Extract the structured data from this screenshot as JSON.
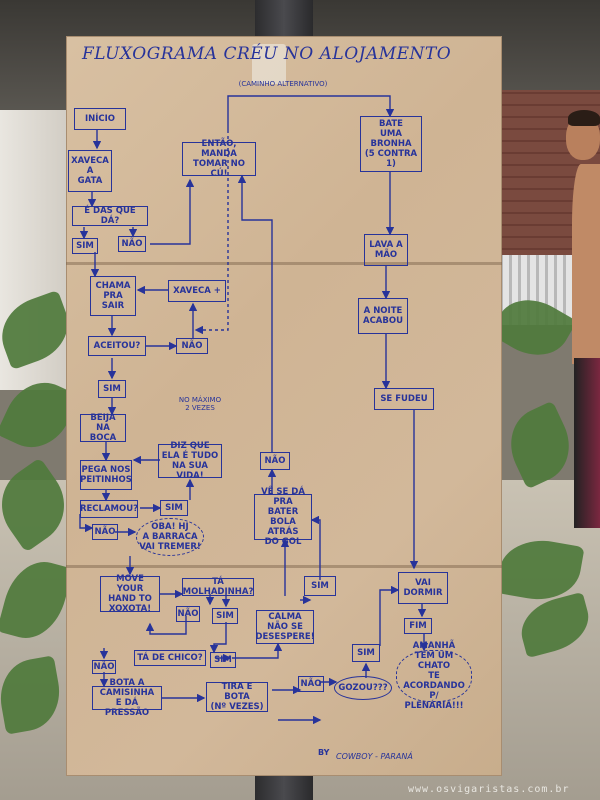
{
  "poster": {
    "title": "FLUXOGRAMA CRÉU NO ALOJAMENTO",
    "alt_path_label": "(CAMINHO ALTERNATIVO)",
    "max_note": "NO MÁXIMO\n2 VEZES",
    "byline": "BY",
    "author": "COWBOY - PARANÁ"
  },
  "nodes": {
    "inicio": "INÍCIO",
    "xaveca_gata": "XAVECA\nA\nGATA",
    "e_das_que_da": "É DAS QUE DÁ?",
    "sim1": "SIM",
    "nao1": "NÃO",
    "entao_manda": "ENTÃO, MANDA\nTOMAR NO CÚ!",
    "bate_bronha": "BATE\nUMA\nBRONHA\n(5 CONTRA 1)",
    "lava_mao": "LAVA A\nMÃO",
    "a_noite_acabou": "A NOITE\nACABOU",
    "se_fudeu": "SE FUDEU",
    "chama_pra_sair": "CHAMA\nPRA\nSAIR",
    "xaveca_mais": "XAVECA +",
    "aceitou": "ACEITOU?",
    "nao2": "NÃO",
    "sim2": "SIM",
    "beija_boca": "BEIJA NA\nBOCA",
    "pega_peitinhos": "PEGA NOS\nPEITINHOS",
    "diz_que_ela": "DIZ QUE\nELA É TUDO\nNA SUA VIDA!",
    "reclamou": "RECLAMOU?",
    "sim3": "SIM",
    "nao3": "NÃO",
    "oba": "OBA! HJ\nA BARRACA\nVAI TREMER!",
    "nao_vertical": "NÃO",
    "ve_se_da": "VÊ SE DÁ\nPRA BATER\nBOLA ATRÁS\nDO GOL",
    "sim_gol": "SIM",
    "vai_dormir": "VAI\nDORMIR",
    "fim": "FIM",
    "move_hand": "MOVE YOUR\nHAND TO\nXOXOTA!",
    "ta_molhadinha": "TÁ MOLHADINHA?",
    "nao4": "NÃO",
    "sim4": "SIM",
    "calma": "CALMA\nNÃO SE\nDESESPERE!",
    "nao5": "NÃO",
    "ta_de_chico": "TÁ DE CHICO?",
    "sim5": "SIM",
    "bota_camisinha": "BOTA A CAMISINHA\nE DÁ PRESSÃO",
    "tira_e_bota": "TIRA E BOTA\n(Nº VEZES)",
    "nao6": "NÃO",
    "gozou": "GOZOU???",
    "sim6": "SIM",
    "amanha": "AMANHÃ\nTEM UM CHATO\nTE ACORDANDO\nP/ PLENÁRIA!!!"
  },
  "watermark": "www.osvigaristas.com.br",
  "colors": {
    "ink": "#27339a",
    "cardboard": "#d2b89a",
    "leaf": "#4f7a3c"
  }
}
